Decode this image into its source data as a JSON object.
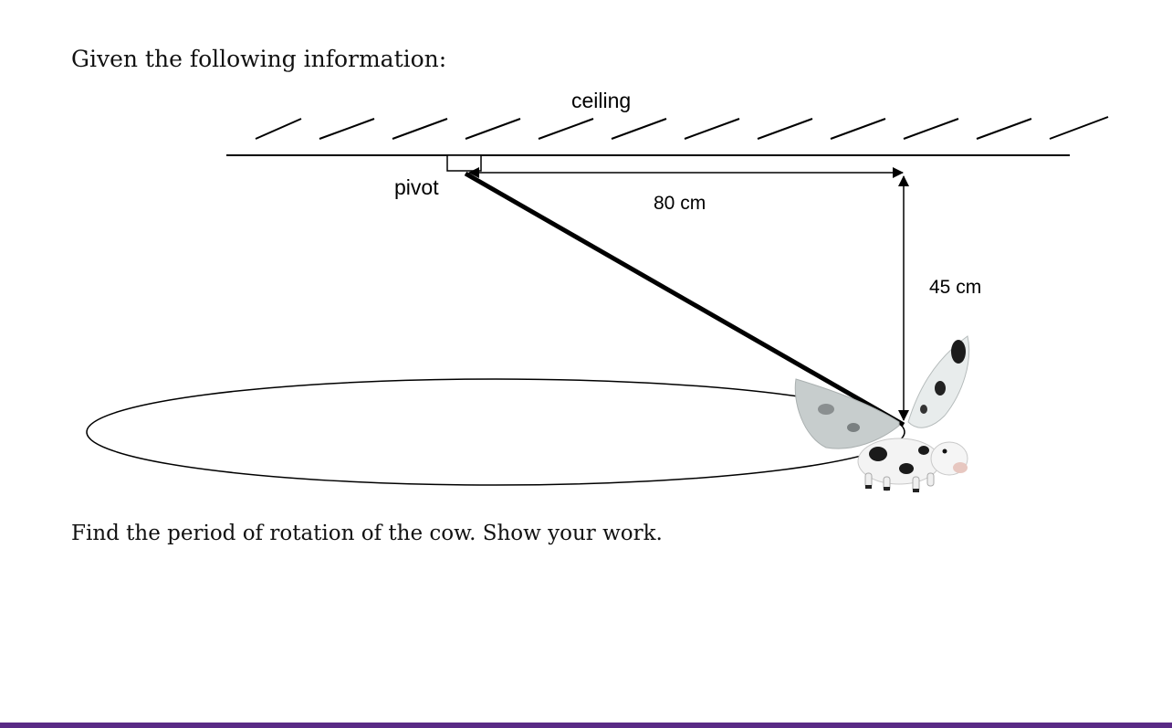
{
  "intro_text": "Given the following information:",
  "question_text": "Find the period of rotation of the cow. Show your work.",
  "diagram": {
    "ceiling_label": "ceiling",
    "pivot_label": "pivot",
    "horizontal_label": "80 cm",
    "vertical_label": "45 cm",
    "object_icon": "flying-cow-icon"
  },
  "colors": {
    "line": "#000000",
    "accent_bar": "#5a2a86"
  }
}
